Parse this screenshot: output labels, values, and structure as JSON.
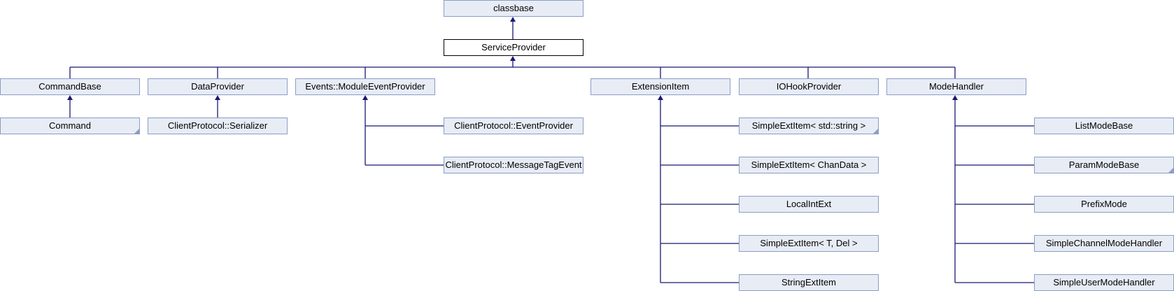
{
  "diagram": {
    "colors": {
      "node_fill": "#e7ecf5",
      "node_border": "#8c9dc5",
      "current_fill": "#ffffff",
      "current_border": "#000000",
      "edge": "#191970"
    },
    "nodes": {
      "classbase": "classbase",
      "serviceprovider": "ServiceProvider",
      "commandbase": "CommandBase",
      "command": "Command",
      "dataprovider": "DataProvider",
      "serializer": "ClientProtocol::Serializer",
      "moduleeventprovider": "Events::ModuleEventProvider",
      "eventprovider": "ClientProtocol::EventProvider",
      "messagetagevent": "ClientProtocol::MessageTagEvent",
      "extensionitem": "ExtensionItem",
      "simpleext_string": "SimpleExtItem< std::string >",
      "simpleext_chandata": "SimpleExtItem< ChanData >",
      "localintext": "LocalIntExt",
      "simpleext_tdel": "SimpleExtItem< T, Del >",
      "stringextitem": "StringExtItem",
      "iohookprovider": "IOHookProvider",
      "modehandler": "ModeHandler",
      "listmodebase": "ListModeBase",
      "parammodebase": "ParamModeBase",
      "prefixmode": "PrefixMode",
      "simplechannelmodehandler": "SimpleChannelModeHandler",
      "simpleusermodehandler": "SimpleUserModeHandler"
    }
  }
}
